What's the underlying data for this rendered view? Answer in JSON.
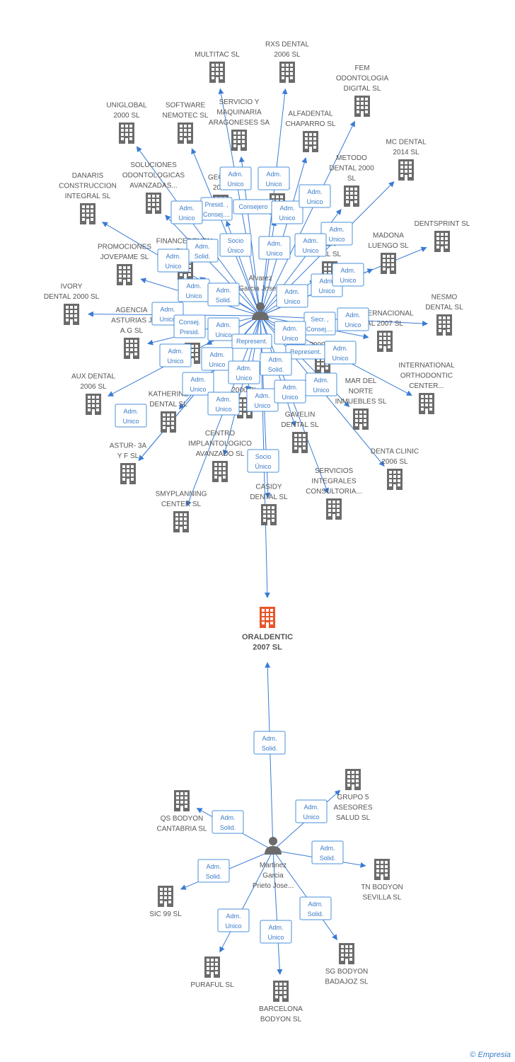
{
  "colors": {
    "accent": "#3a7bd5",
    "company": "#6b6b6b",
    "main_company": "#e8562a",
    "person": "#6b6b6b"
  },
  "main_company": {
    "id": "main",
    "name": [
      "ORALDENTIC",
      "2007 SL"
    ]
  },
  "persons": [
    {
      "id": "p1",
      "name": [
        "Alvarez",
        "Garcia Jose..."
      ]
    },
    {
      "id": "p2",
      "name": [
        "Martinez",
        "Garcia",
        "Prieto Jose..."
      ]
    }
  ],
  "companies": [
    {
      "id": "multitac",
      "name": [
        "MULTITAC  SL"
      ]
    },
    {
      "id": "rxs",
      "name": [
        "RXS DENTAL",
        "2006 SL"
      ]
    },
    {
      "id": "fem",
      "name": [
        "FEM",
        "ODONTOLOGIA",
        "DIGITAL  SL"
      ]
    },
    {
      "id": "uniglobal",
      "name": [
        "UNIGLOBAL",
        "2000  SL"
      ]
    },
    {
      "id": "software",
      "name": [
        "SOFTWARE",
        "NEMOTEC SL"
      ]
    },
    {
      "id": "servicio",
      "name": [
        "SERVICIO Y",
        "MAQUINARIA",
        "ARAGONESES SA"
      ]
    },
    {
      "id": "alfadental",
      "name": [
        "ALFADENTAL",
        "CHAPARRO SL"
      ]
    },
    {
      "id": "mcdental",
      "name": [
        "MC DENTAL",
        "2014  SL"
      ]
    },
    {
      "id": "soluciones",
      "name": [
        "SOLUCIONES",
        "ODONTOLOGICAS",
        "AVANZADAS..."
      ]
    },
    {
      "id": "geodent",
      "name": [
        "GEODE",
        "2000"
      ]
    },
    {
      "id": "metodo",
      "name": [
        "METODO",
        "DENTAL 2000",
        "SL"
      ]
    },
    {
      "id": "danaris",
      "name": [
        "DANARIS",
        "CONSTRUCCION",
        "INTEGRAL SL"
      ]
    },
    {
      "id": "xital",
      "name": [
        "ITAL",
        "2000 SL"
      ]
    },
    {
      "id": "dentsprint",
      "name": [
        "DENTSPRINT SL"
      ]
    },
    {
      "id": "financedental",
      "name": [
        "FINANCEDENTAL",
        "PLAN"
      ]
    },
    {
      "id": "promociones",
      "name": [
        "PROMOCIONES",
        "JOVEPAME SL"
      ]
    },
    {
      "id": "madona",
      "name": [
        "MADONA",
        "LUENGO SL"
      ]
    },
    {
      "id": "xtal",
      "name": [
        "ION",
        "TAL  SL"
      ]
    },
    {
      "id": "ivory",
      "name": [
        "IVORY",
        "DENTAL 2000 SL"
      ]
    },
    {
      "id": "nesmo",
      "name": [
        "NESMO",
        "DENTAL SL"
      ]
    },
    {
      "id": "agencia",
      "name": [
        "AGENCIA",
        "ASTURIAS J",
        "A.G SL"
      ]
    },
    {
      "id": "internacional2007",
      "name": [
        "INTERNACIONAL",
        "AL 2007 SL"
      ]
    },
    {
      "id": "xes",
      "name": [
        "ES"
      ]
    },
    {
      "id": "x2000",
      "name": [
        "2000 SL"
      ]
    },
    {
      "id": "auxdental",
      "name": [
        "AUX DENTAL",
        "2006 SL"
      ]
    },
    {
      "id": "intortho",
      "name": [
        "INTERNATIONAL",
        "ORTHODONTIC",
        "CENTER..."
      ]
    },
    {
      "id": "katherine",
      "name": [
        "KATHERINE",
        "DENTAL SL"
      ]
    },
    {
      "id": "xe2000",
      "name": [
        "E",
        "2000 SL"
      ]
    },
    {
      "id": "marnorte",
      "name": [
        "MAR DEL",
        "NORTE",
        "INMUEBLES SL"
      ]
    },
    {
      "id": "astur",
      "name": [
        "ASTUR-  3A",
        "Y F SL"
      ]
    },
    {
      "id": "centroimpl",
      "name": [
        "CENTRO",
        "IMPLANTOLOGICO",
        "AVANZADO SL"
      ]
    },
    {
      "id": "gavelin",
      "name": [
        "GAVELIN",
        "DENTAL SL"
      ]
    },
    {
      "id": "dentaclinic",
      "name": [
        "DENTA CLINIC",
        "2006 SL"
      ]
    },
    {
      "id": "smyplanning",
      "name": [
        "SMYPLANNING",
        "CENTER  SL"
      ]
    },
    {
      "id": "casidy",
      "name": [
        "CASIDY",
        "DENTAL SL"
      ]
    },
    {
      "id": "servintegrales",
      "name": [
        "SERVICIOS",
        "INTEGRALES",
        "CONSULTORIA..."
      ]
    },
    {
      "id": "grupo5",
      "name": [
        "GRUPO 5",
        "ASESORES",
        "SALUD  SL"
      ]
    },
    {
      "id": "qsbodyon",
      "name": [
        "QS BODYON",
        "CANTABRIA  SL"
      ]
    },
    {
      "id": "tnbodyon",
      "name": [
        "TN BODYON",
        "SEVILLA  SL"
      ]
    },
    {
      "id": "sic99",
      "name": [
        "SIC 99 SL"
      ]
    },
    {
      "id": "puraful",
      "name": [
        "PURAFUL SL"
      ]
    },
    {
      "id": "sgbodyon",
      "name": [
        "SG BODYON",
        "BADAJOZ  SL"
      ]
    },
    {
      "id": "barcelona",
      "name": [
        "BARCELONA",
        "BODYON  SL"
      ]
    }
  ],
  "relations": [
    [
      "Adm.",
      "Unico"
    ],
    [
      "Adm.",
      "Unico"
    ],
    [
      "Presid. ,",
      "Consej...."
    ],
    [
      "Consejero"
    ],
    [
      "Adm.",
      "Unico"
    ],
    [
      "Adm.",
      "Unico"
    ],
    [
      "Adm.",
      "Unico"
    ],
    [
      "Adm.",
      "Unico"
    ],
    [
      "Socio",
      "Único"
    ],
    [
      "Adm.",
      "Unico"
    ],
    [
      "Adm.",
      "Solid."
    ],
    [
      "Adm.",
      "Unico"
    ],
    [
      "Adm.",
      "Unico"
    ],
    [
      "Adm.",
      "Unico"
    ],
    [
      "Adm.",
      "Unico"
    ],
    [
      "Adm.",
      "Solid."
    ],
    [
      "Adm.",
      "Unico"
    ],
    [
      "Adm.",
      "Unico"
    ],
    [
      "Adm.",
      "Unico"
    ],
    [
      "Consej.",
      "Presid."
    ],
    [
      "Secr. ,",
      "Consej...."
    ],
    [
      "Adm.",
      "Unico"
    ],
    [
      "Adm.",
      "Unico"
    ],
    [
      "Adm.",
      "Unico"
    ],
    [
      "Represent."
    ],
    [
      "Represent."
    ],
    [
      "Adm.",
      "Unico"
    ],
    [
      "Adm.",
      "Unico"
    ],
    [
      "Adm.",
      "Unico"
    ],
    [
      "Adm.",
      "Unico"
    ],
    [
      "Adm.",
      "Solid."
    ],
    [
      "Adm.",
      "Unico"
    ],
    [
      "Adm.",
      "Unico"
    ],
    [
      "Adm.",
      "Unico"
    ],
    [
      "Adm.",
      "Unico"
    ],
    [
      "Adm.",
      "Unico"
    ],
    [
      "Adm.",
      "Unico"
    ],
    [
      "Socio",
      "Único"
    ],
    [
      "Adm.",
      "Solid."
    ],
    [
      "Adm.",
      "Solid."
    ],
    [
      "Adm.",
      "Unico"
    ],
    [
      "Adm.",
      "Solid."
    ],
    [
      "Adm.",
      "Solid."
    ],
    [
      "Adm.",
      "Unico"
    ],
    [
      "Adm.",
      "Unico"
    ],
    [
      "Adm.",
      "Solid."
    ],
    [
      "Adm.",
      "Solid."
    ]
  ],
  "footer": {
    "copyright": "©",
    "brand": "Empresia"
  }
}
